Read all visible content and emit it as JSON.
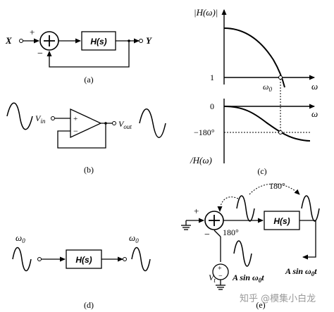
{
  "panel_a": {
    "caption": "(a)",
    "input_label": "X",
    "output_label": "Y",
    "block_label": "H(s)",
    "plus_sign": "+",
    "minus_sign": "−"
  },
  "panel_b": {
    "caption": "(b)",
    "input_label": "V",
    "input_sub": "in",
    "output_label": "V",
    "output_sub": "out",
    "plus_sign": "+",
    "minus_sign": "−"
  },
  "panel_c": {
    "caption": "(c)",
    "mag_label": "|H(ω)|",
    "one_label": "1",
    "omega0_label": "ω0",
    "omega_label_top": "ω",
    "zero_label": "0",
    "omega_label_bottom": "ω",
    "minus180_label": "−180°",
    "phase_label": "/H(ω)"
  },
  "panel_d": {
    "caption": "(d)",
    "omega_in": "ω0",
    "omega_out": "ω0",
    "block_label": "H(s)"
  },
  "panel_e": {
    "caption": "(e)",
    "plus_sign": "+",
    "minus_sign": "−",
    "phase_top": "180°",
    "phase_mid": "180°",
    "block_label": "H(s)",
    "source_label": "V",
    "source_sub": "t",
    "source_expr": "A sin ω0t",
    "output_expr": "A sin ω0t"
  },
  "watermark": "知乎 @模集小白龙"
}
